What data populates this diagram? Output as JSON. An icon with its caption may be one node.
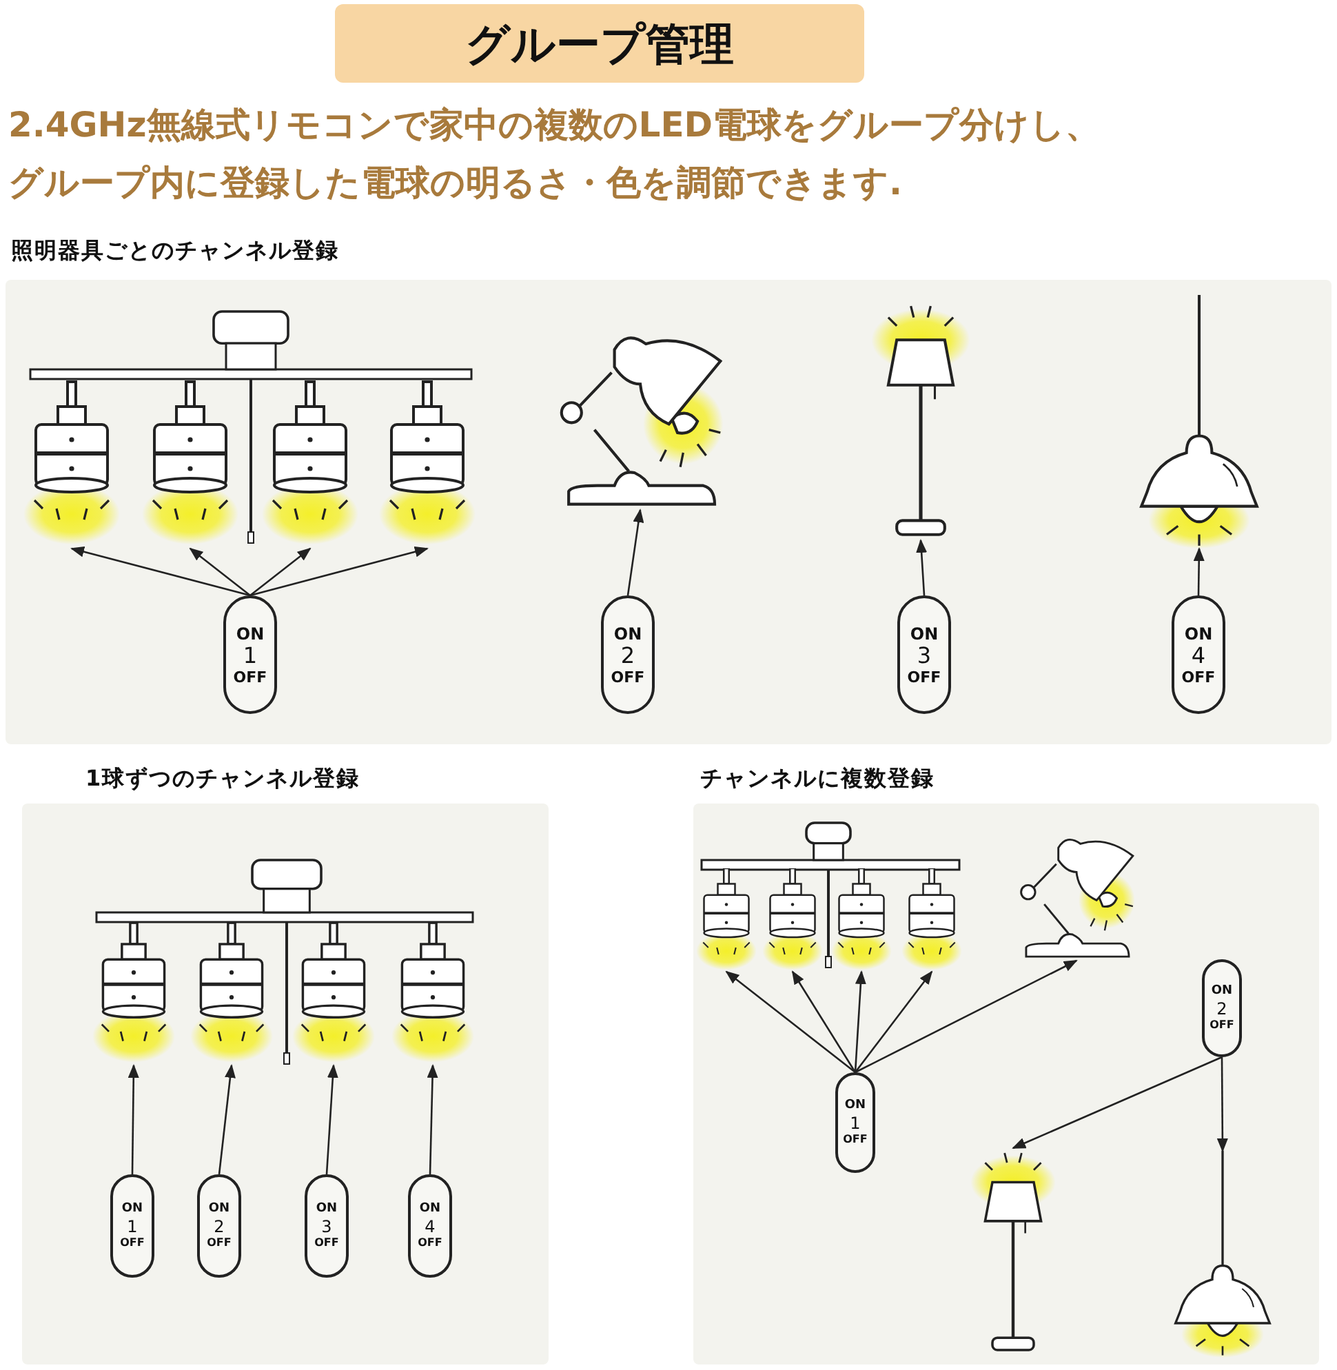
{
  "diagram": {
    "title": "グループ管理",
    "nodes": [
      {
        "text": [
          "照明器具ごとのチャンネル登録"
        ]
      },
      {
        "text": [],
        "shape": "picture",
        "in": 0
      },
      {
        "text": [],
        "shape": "picture",
        "in": 0
      },
      {
        "text": [],
        "shape": "picture",
        "in": 0
      },
      {
        "text": [],
        "shape": "picture",
        "in": 0
      },
      {
        "text": [],
        "shape": "picture",
        "in": 0
      },
      {
        "text": [],
        "shape": "picture",
        "in": 0
      },
      {
        "text": [],
        "shape": "picture",
        "in": 0
      },
      {
        "text": [
          "ON",
          "1",
          "OFF"
        ],
        "in": 0
      },
      {
        "text": [
          "ON",
          "2",
          "OFF"
        ],
        "in": 0
      },
      {
        "text": [
          "ON",
          "3",
          "OFF"
        ],
        "in": 0
      },
      {
        "text": [
          "ON",
          "4",
          "OFF"
        ],
        "in": 0
      },
      {
        "text": [
          "1球ずつのチャンネル登録"
        ]
      },
      {
        "text": [],
        "shape": "picture",
        "in": 12
      },
      {
        "text": [],
        "shape": "picture",
        "in": 12
      },
      {
        "text": [],
        "shape": "picture",
        "in": 12
      },
      {
        "text": [],
        "shape": "picture",
        "in": 12
      },
      {
        "text": [
          "ON",
          "1",
          "OFF"
        ],
        "in": 12
      },
      {
        "text": [
          "ON",
          "2",
          "OFF"
        ],
        "in": 12
      },
      {
        "text": [
          "ON",
          "3",
          "OFF"
        ],
        "in": 12
      },
      {
        "text": [
          "ON",
          "4",
          "OFF"
        ],
        "in": 12
      },
      {
        "text": [
          "チャンネルに複数登録"
        ]
      },
      {
        "text": [],
        "shape": "picture",
        "in": 21
      },
      {
        "text": [],
        "shape": "picture",
        "in": 21
      },
      {
        "text": [],
        "shape": "picture",
        "in": 21
      },
      {
        "text": [],
        "shape": "picture",
        "in": 21
      },
      {
        "text": [],
        "shape": "picture",
        "in": 21
      },
      {
        "text": [
          "ON",
          "1",
          "OFF"
        ],
        "in": 21
      },
      {
        "text": [
          "ON",
          "2",
          "OFF"
        ],
        "in": 21
      },
      {
        "text": [],
        "shape": "picture",
        "in": 21
      },
      {
        "text": [],
        "shape": "picture",
        "in": 21
      }
    ],
    "edges": [
      {
        "from": 8,
        "to": 1,
        "arrow": "to"
      },
      {
        "from": 8,
        "to": 2,
        "arrow": "to"
      },
      {
        "from": 8,
        "to": 3,
        "arrow": "to"
      },
      {
        "from": 8,
        "to": 4,
        "arrow": "to"
      },
      {
        "from": 9,
        "to": 5,
        "arrow": "to"
      },
      {
        "from": 10,
        "to": 6,
        "arrow": "to"
      },
      {
        "from": 11,
        "to": 7,
        "arrow": "to"
      },
      {
        "from": 17,
        "to": 13,
        "arrow": "to"
      },
      {
        "from": 18,
        "to": 14,
        "arrow": "to"
      },
      {
        "from": 19,
        "to": 15,
        "arrow": "to"
      },
      {
        "from": 20,
        "to": 16,
        "arrow": "to"
      },
      {
        "from": 27,
        "to": 22,
        "arrow": "to"
      },
      {
        "from": 27,
        "to": 23,
        "arrow": "to"
      },
      {
        "from": 27,
        "to": 24,
        "arrow": "to"
      },
      {
        "from": 27,
        "to": 25,
        "arrow": "to"
      },
      {
        "from": 27,
        "to": 26,
        "arrow": "to"
      },
      {
        "from": 28,
        "to": 29,
        "arrow": "to"
      },
      {
        "from": 28,
        "to": 30,
        "arrow": "to"
      }
    ],
    "labels": [
      "2.4GHz無線式リモコンで家中の複数のLED電球をグループ分けし、グループ内に登録した電球の明るさ・色を調節できます."
    ]
  }
}
